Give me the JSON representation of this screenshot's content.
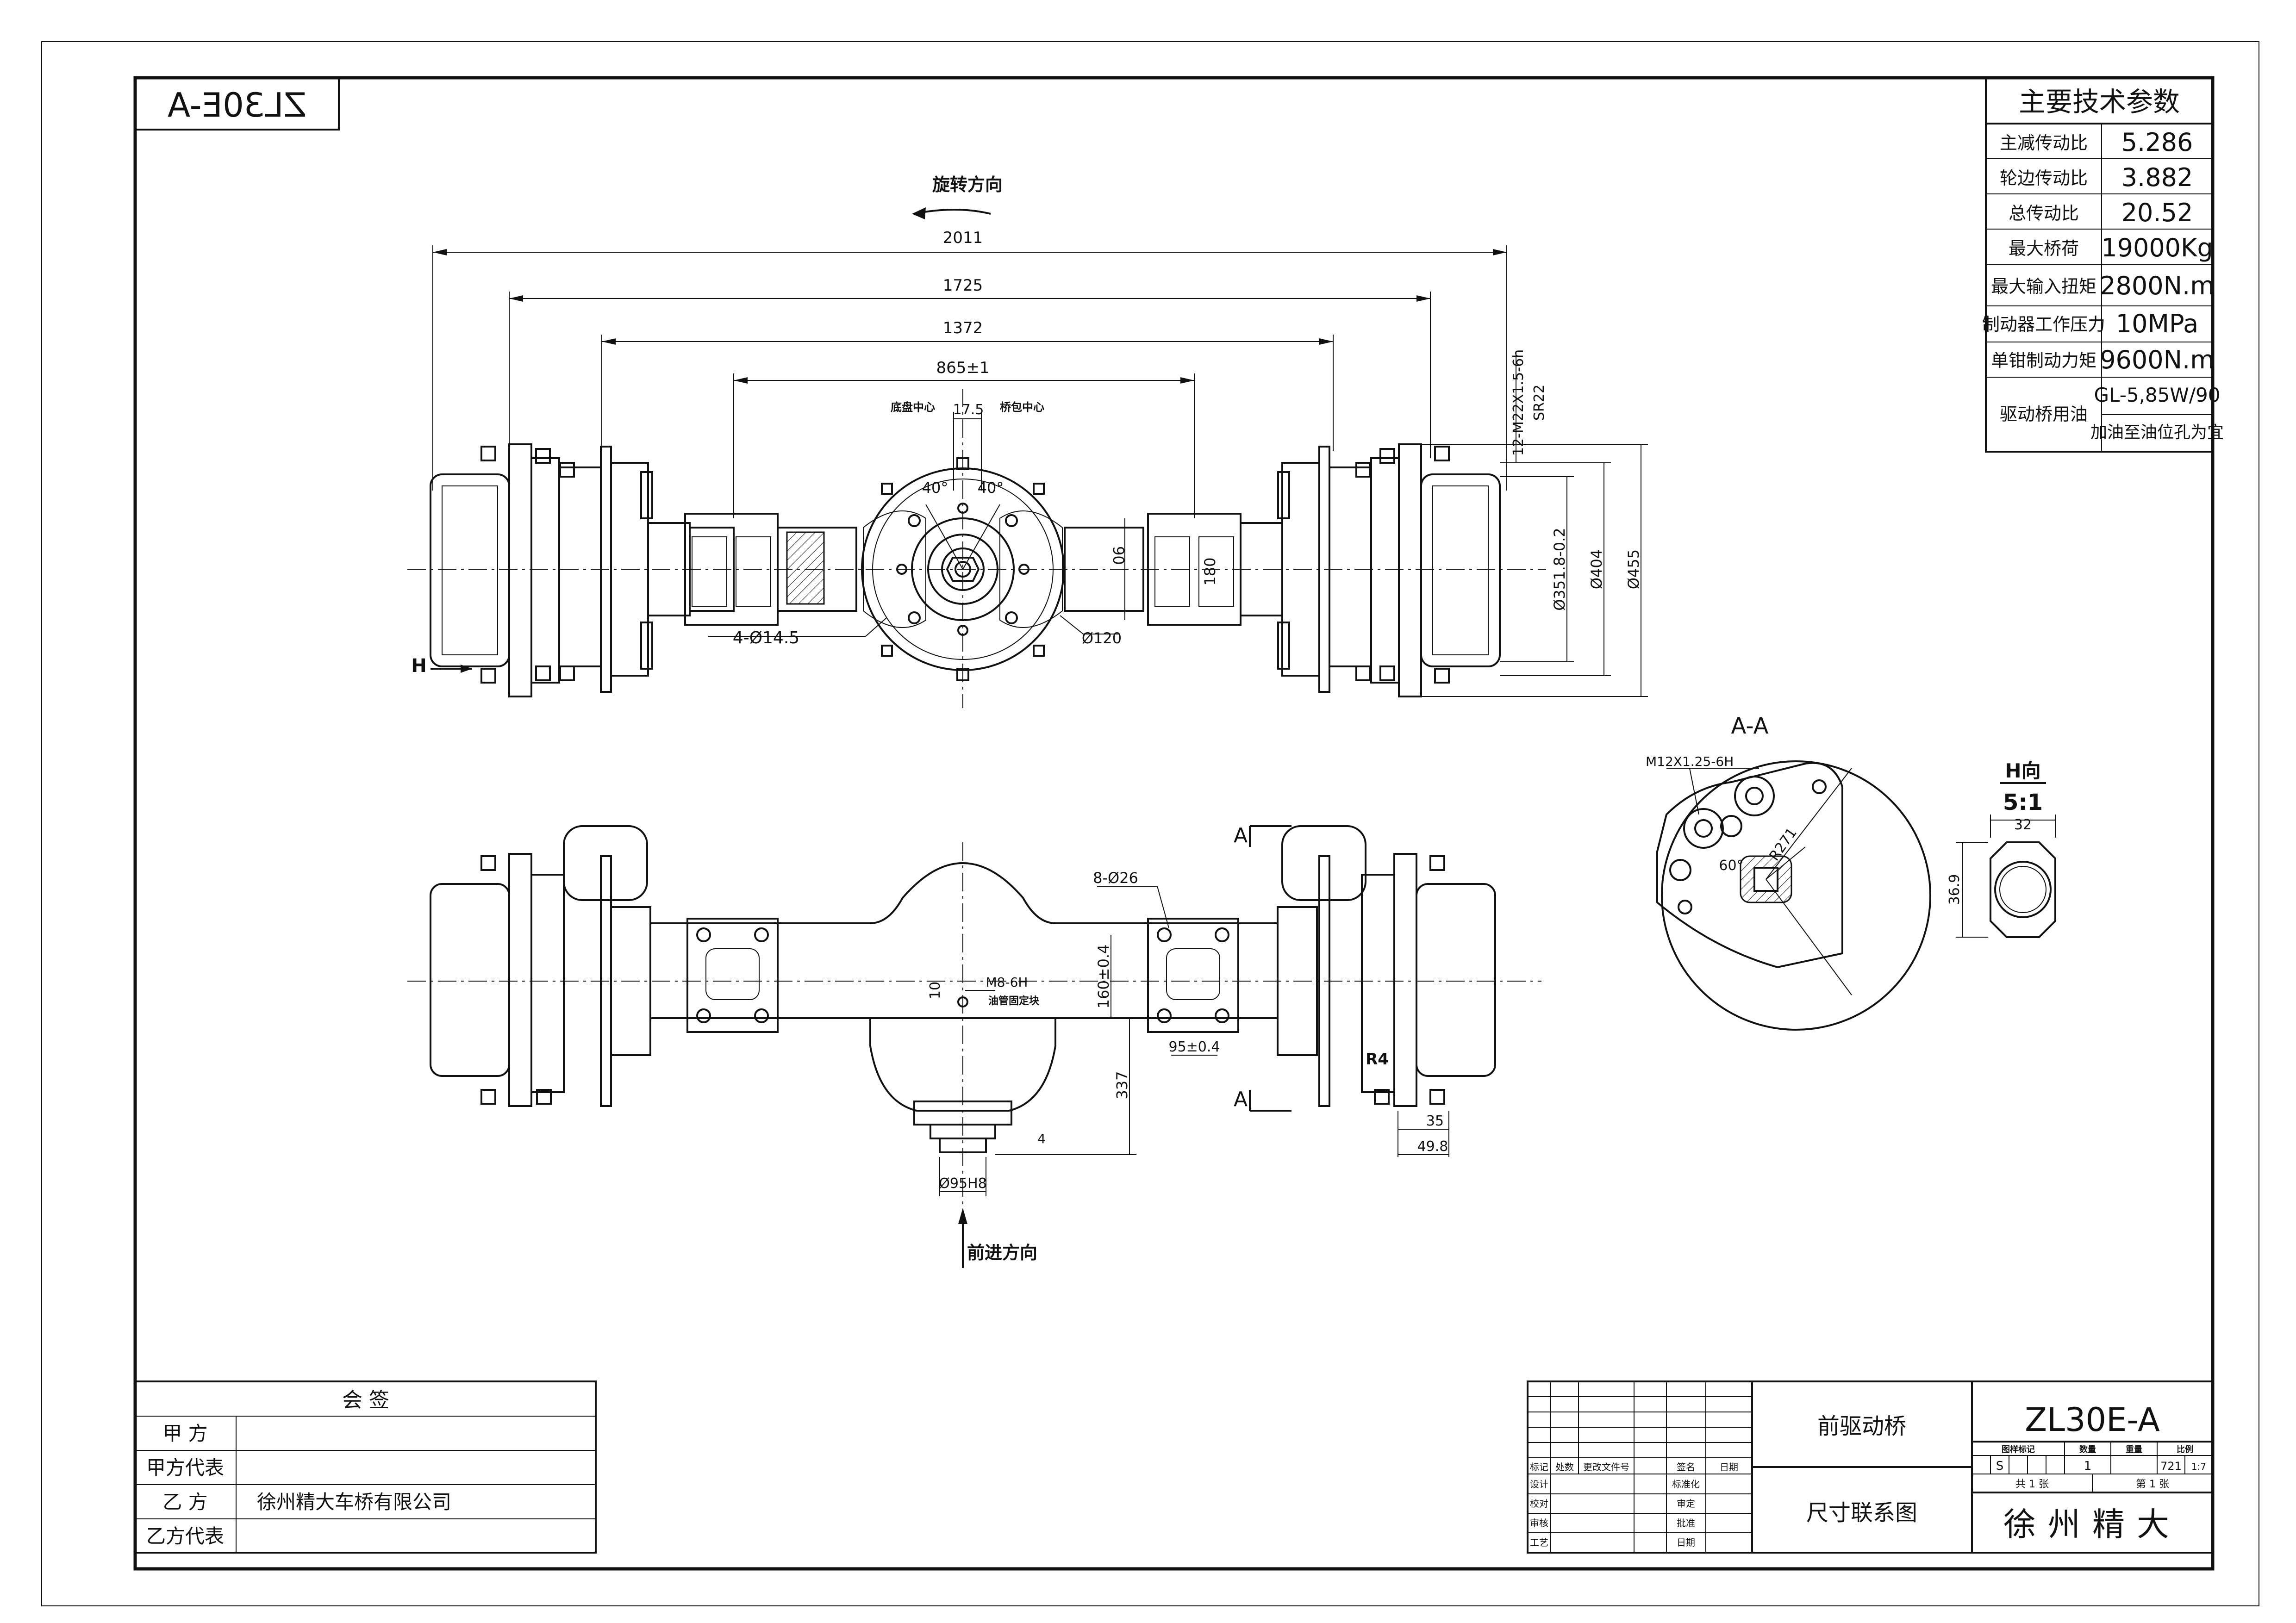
{
  "drawing_number": "ZL30E-A",
  "drawing_number_mirrored": "ZL30E-A",
  "spec_table": {
    "title": "主要技术参数",
    "rows": [
      {
        "label": "主减传动比",
        "value": "5.286"
      },
      {
        "label": "轮边传动比",
        "value": "3.882"
      },
      {
        "label": "总传动比",
        "value": "20.52"
      },
      {
        "label": "最大桥荷",
        "value": "19000Kg"
      },
      {
        "label": "最大输入扭矩",
        "value": "2800N.m"
      },
      {
        "label": "制动器工作压力",
        "value": "10MPa"
      },
      {
        "label": "单钳制动力矩",
        "value": "9600N.m"
      }
    ],
    "oil_label": "驱动桥用油",
    "oil_value_1": "GL-5,85W/90",
    "oil_value_2": "加油至油位孔为宜"
  },
  "top_view": {
    "rotation_label": "旋转方向",
    "dim_2011": "2011",
    "dim_1725": "1725",
    "dim_1372": "1372",
    "dim_865": "865±1",
    "dim_17_5": "17.5",
    "label_chassis_center": "底盘中心",
    "label_axle_center": "桥包中心",
    "thread_label": "12-M22X1.5-6h",
    "sphere_label": "SR22",
    "dim_phi351": "Ø351.8-0.2",
    "dim_phi404": "Ø404",
    "dim_phi455": "Ø455",
    "dim_90": "90",
    "dim_180": "180",
    "holes_label": "4-Ø14.5",
    "dim_phi120": "Ø120",
    "angle_40_left": "40°",
    "angle_40_right": "40°",
    "view_h_label": "H"
  },
  "front_view": {
    "section_a_top": "A",
    "section_a_bottom": "A",
    "holes_label": "8-Ø26",
    "dim_160": "160±0.4",
    "dim_10": "10",
    "m8_label": "M8-6H",
    "oil_plug_label": "油管固定块",
    "dim_337": "337",
    "dim_95": "95±0.4",
    "r4_label": "R4",
    "dim_4": "4",
    "dim_phi95": "Ø95H8",
    "dim_35": "35",
    "dim_49_8": "49.8",
    "forward_label": "前进方向"
  },
  "section_view": {
    "title": "A-A",
    "thread_label": "M12X1.25-6H",
    "angle_label": "60°",
    "radius_label": "R271"
  },
  "h_view": {
    "title": "H向",
    "scale": "5:1",
    "dim_32": "32",
    "dim_36_9": "36.9"
  },
  "signoff": {
    "title": "会  签",
    "rows": [
      {
        "label": "甲    方",
        "value": ""
      },
      {
        "label": "甲方代表",
        "value": ""
      },
      {
        "label": "乙    方",
        "value": "徐州精大车桥有限公司"
      },
      {
        "label": "乙方代表",
        "value": ""
      }
    ]
  },
  "title_block": {
    "part_name": "前驱动桥",
    "drawing_name": "尺寸联系图",
    "drawing_number": "ZL30E-A",
    "company": "徐州精大",
    "rev_headers": [
      "标记",
      "处数",
      "更改文件号",
      "签名",
      "日期"
    ],
    "role_labels": [
      "设计",
      "校对",
      "审核",
      "工艺"
    ],
    "std_labels": [
      "标准化",
      "审定",
      "批准",
      "日期"
    ],
    "info_headers": [
      "图样标记",
      "数量",
      "重量",
      "比例"
    ],
    "info_values": [
      "S",
      "1",
      "721",
      "1:7"
    ],
    "sheets_total": "共 1 张",
    "sheet_no": "第 1 张"
  }
}
